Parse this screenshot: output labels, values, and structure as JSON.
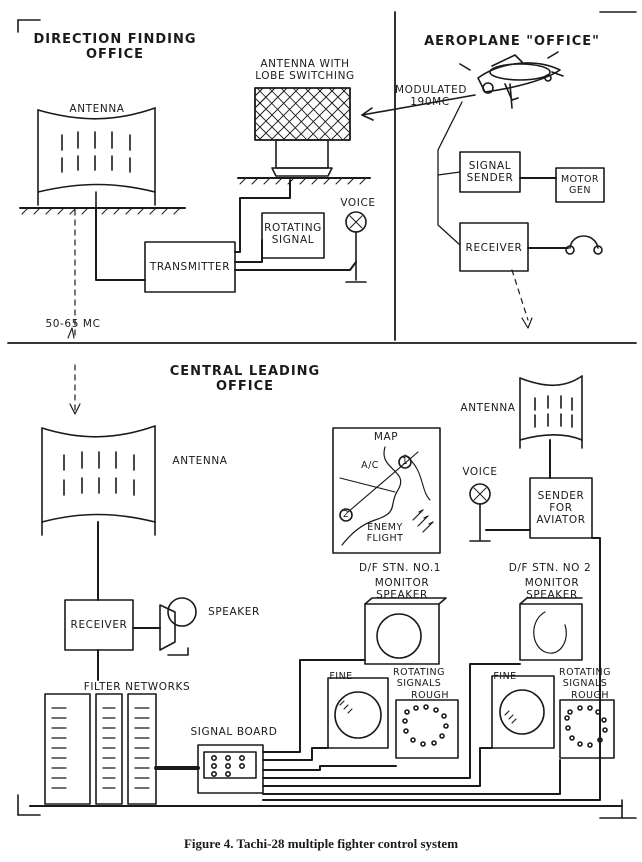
{
  "headings": {
    "df_office": [
      "DIRECTION  FINDING",
      "OFFICE"
    ],
    "aeroplane_office": "AEROPLANE \"OFFICE\"",
    "central_office": [
      "CENTRAL  LEADING",
      "OFFICE"
    ]
  },
  "labels": {
    "antenna": "ANTENNA",
    "antenna_lobe": [
      "ANTENNA WITH",
      "LOBE SWITCHING"
    ],
    "modulated": [
      "MODULATED",
      "190MC"
    ],
    "voice": "VOICE",
    "rotating_signal": [
      "ROTATING",
      "SIGNAL"
    ],
    "transmitter": "TRANSMITTER",
    "signal_sender": [
      "SIGNAL",
      "SENDER"
    ],
    "motor_gen": [
      "MOTOR",
      "GEN"
    ],
    "receiver": "RECEIVER",
    "freq": "50-65 MC",
    "map": "MAP",
    "ac": "A/C",
    "enemy_flight": [
      "ENEMY",
      "FLIGHT"
    ],
    "sender_for_aviator": [
      "SENDER",
      "FOR",
      "AVIATOR"
    ],
    "df_stn_1": "D/F  STN. NO.1",
    "df_stn_2": "D/F  STN. NO 2",
    "monitor_speaker": [
      "MONITOR",
      "SPEAKER"
    ],
    "speaker": "SPEAKER",
    "fine": "FINE",
    "rotating_signals": [
      "ROTATING",
      "SIGNALS"
    ],
    "rough": "ROUGH",
    "filter_networks": "FILTER NETWORKS",
    "signal_board": "SIGNAL BOARD",
    "map_marker_1": "1",
    "map_marker_2": "2"
  },
  "caption": "Figure 4.   Tachi-28 multiple fighter control system"
}
